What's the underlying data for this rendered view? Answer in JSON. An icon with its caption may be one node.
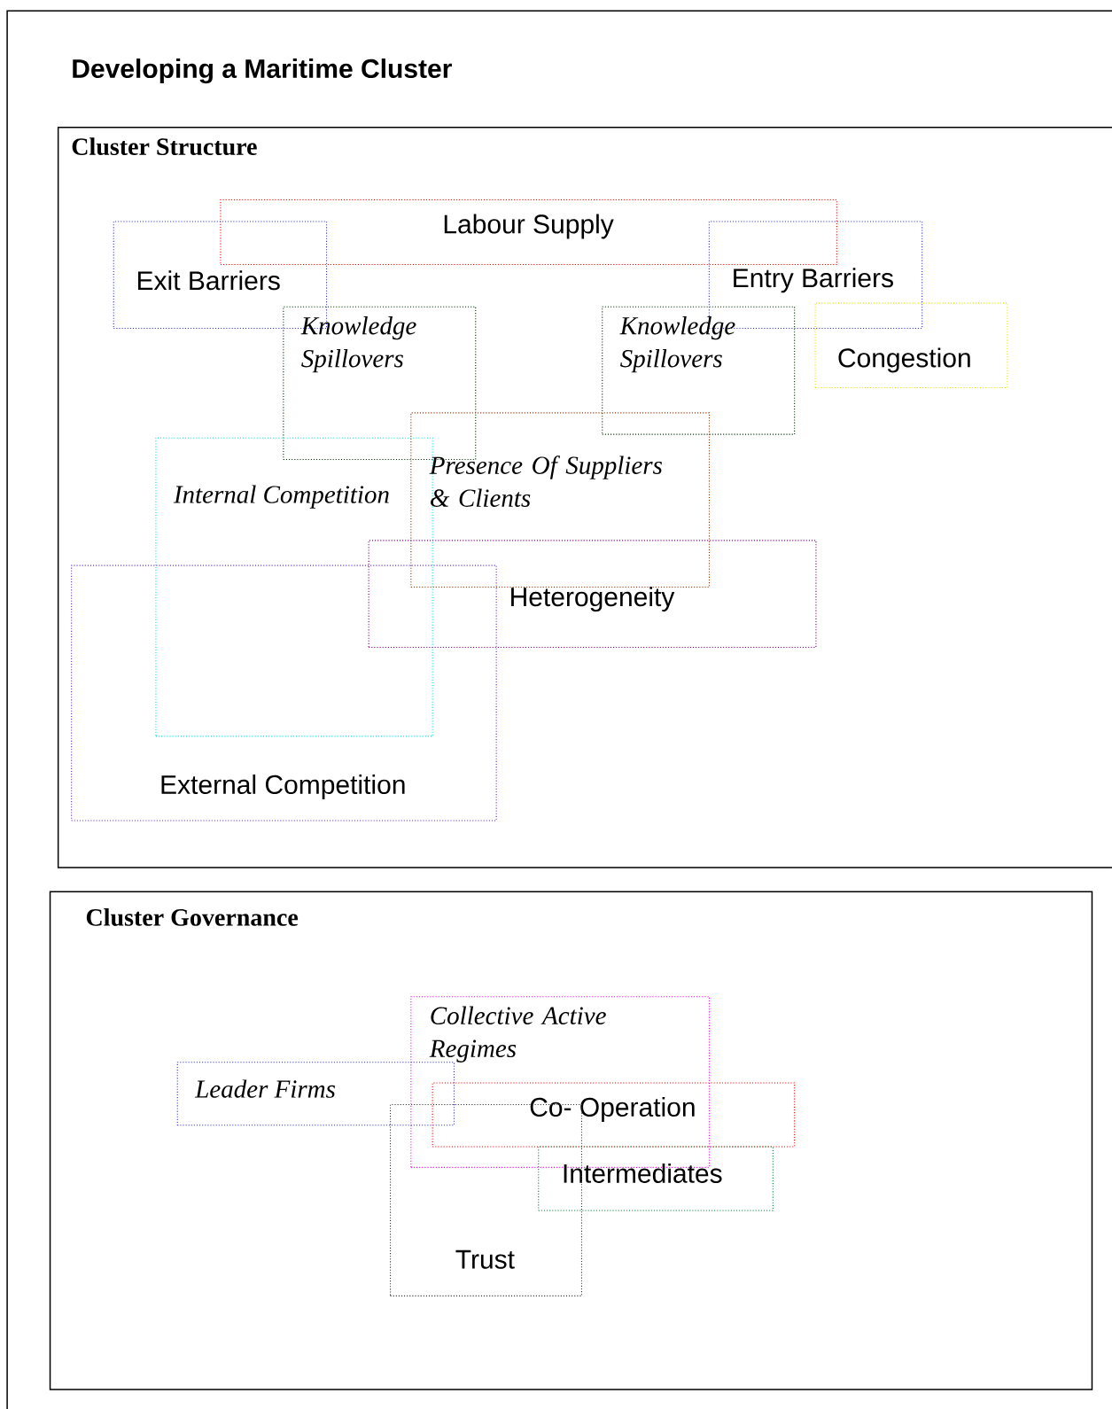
{
  "diagram": {
    "title": "Developing a Maritime Cluster",
    "nodes": [
      {
        "text": [
          "Cluster Structure"
        ]
      },
      {
        "text": [
          "Labour Supply"
        ],
        "in": 0
      },
      {
        "text": [
          "Exit Barriers"
        ],
        "in": 0
      },
      {
        "text": [
          "Entry Barriers"
        ],
        "in": 0
      },
      {
        "text": [
          "Knowledge Spillovers"
        ],
        "in": 0
      },
      {
        "text": [
          "Knowledge Spillovers"
        ],
        "in": 0
      },
      {
        "text": [
          "Congestion"
        ],
        "in": 0
      },
      {
        "text": [
          "Internal Competition"
        ],
        "in": 0
      },
      {
        "text": [
          "Presence Of Suppliers & Clients"
        ],
        "in": 0
      },
      {
        "text": [
          "Heterogeneity"
        ],
        "in": 0
      },
      {
        "text": [
          "External Competition"
        ],
        "in": 0
      },
      {
        "text": [
          "Cluster Governance"
        ]
      },
      {
        "text": [
          "Collective Active Regimes"
        ],
        "in": 11
      },
      {
        "text": [
          "Leader Firms"
        ],
        "in": 11
      },
      {
        "text": [
          "Co- Operation"
        ],
        "in": 11
      },
      {
        "text": [
          "Intermediates"
        ],
        "in": 11
      },
      {
        "text": [
          "Trust"
        ],
        "in": 11
      }
    ]
  }
}
